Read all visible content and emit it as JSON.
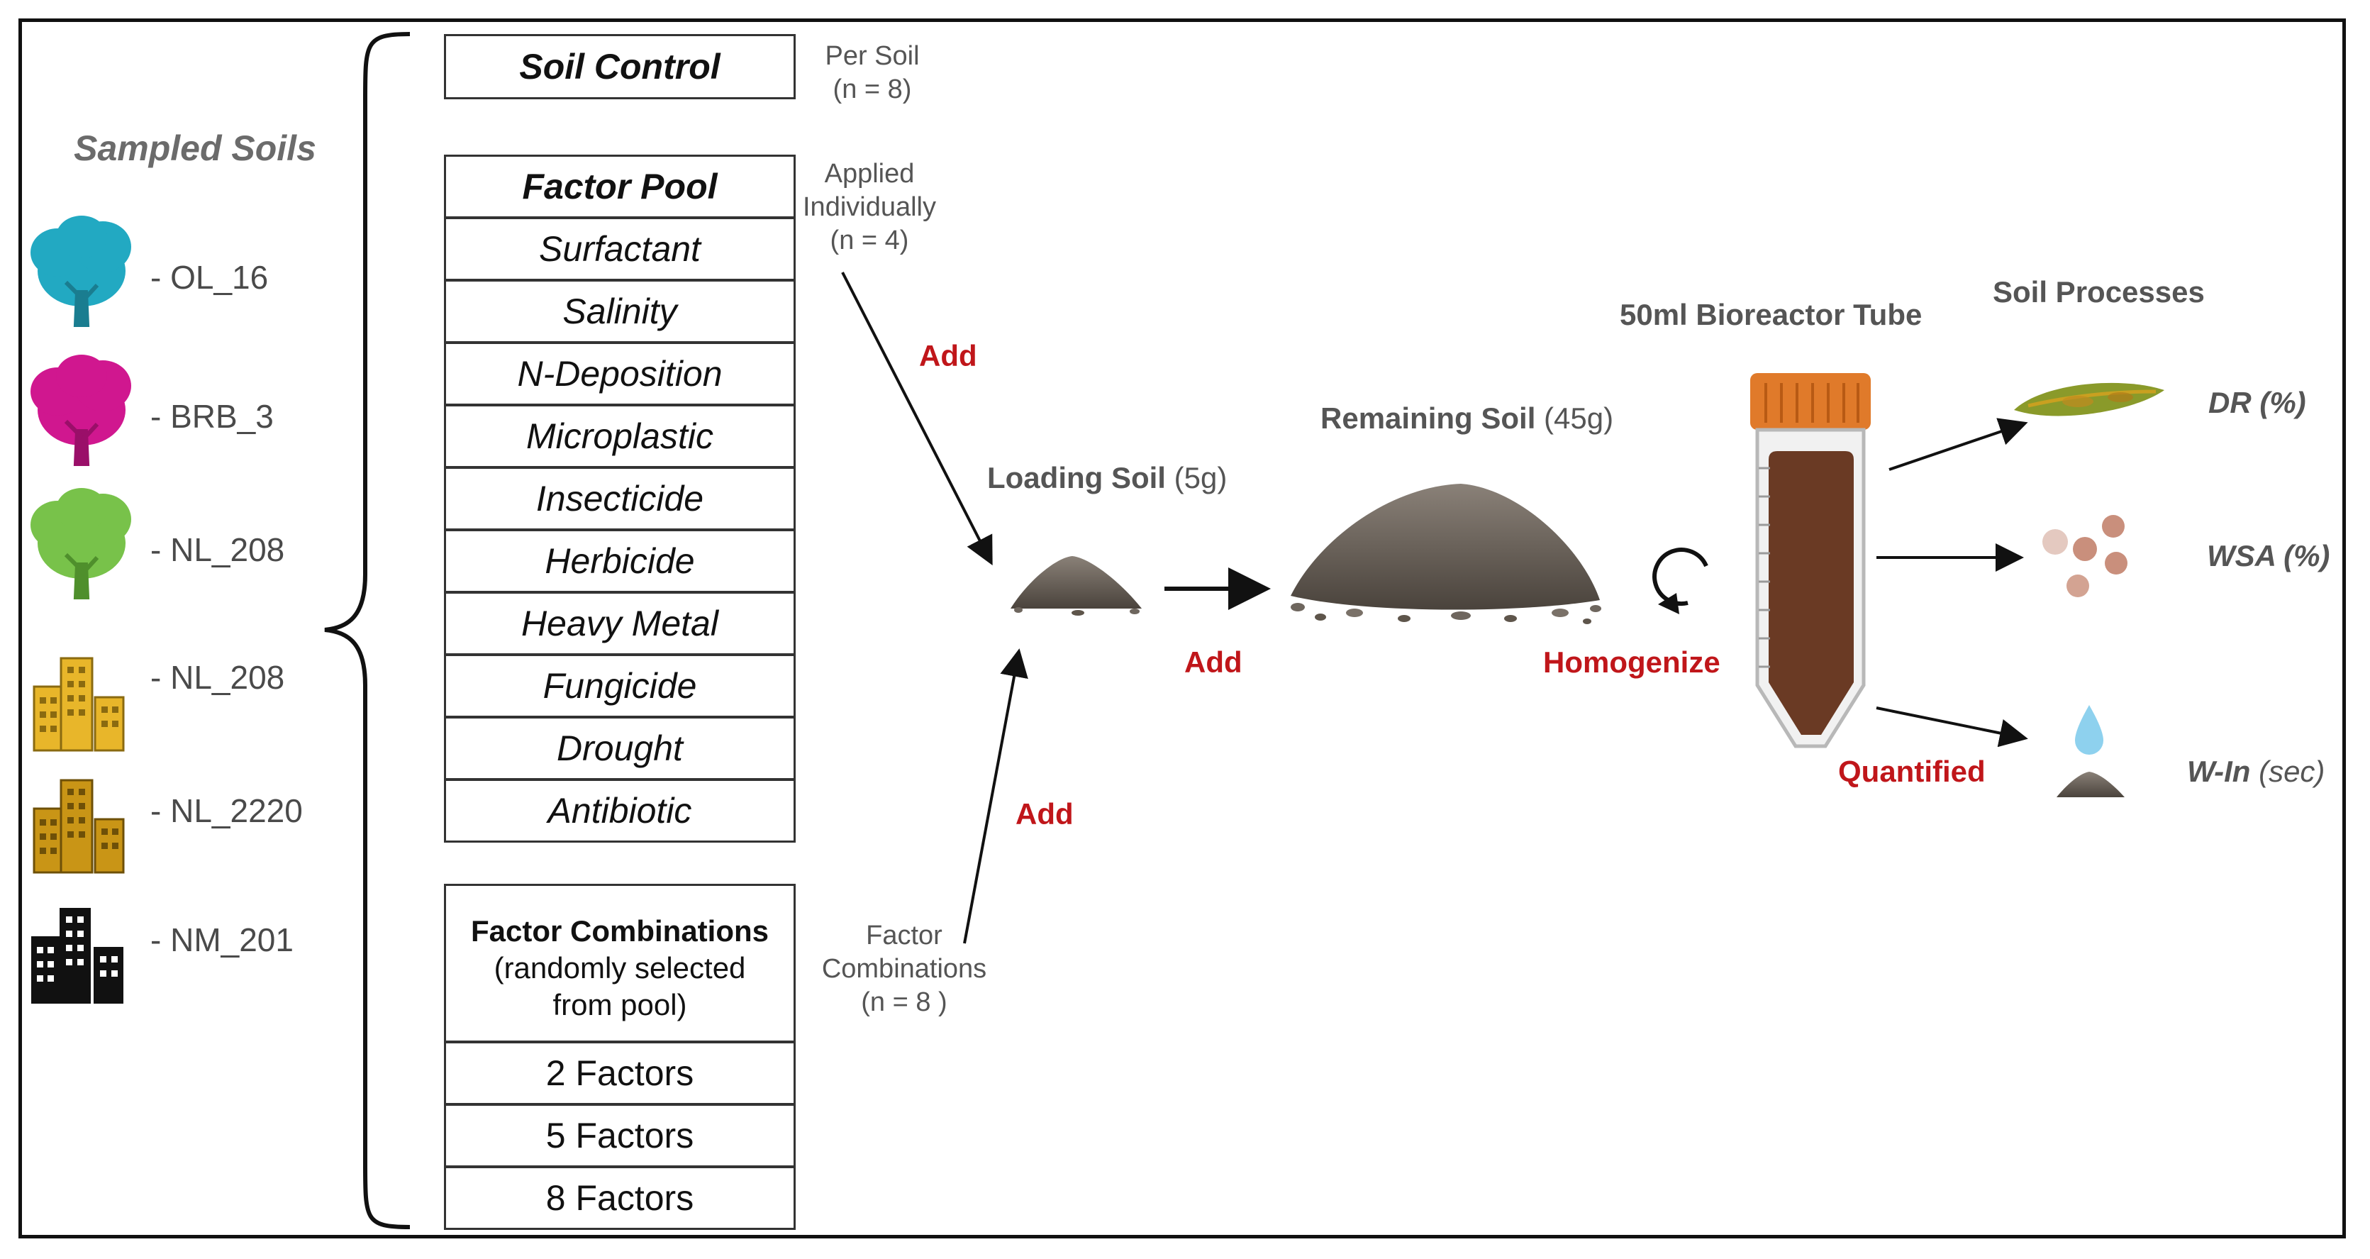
{
  "sampled_soils": {
    "title": "Sampled Soils",
    "items": [
      {
        "label": "- OL_16",
        "icon": "tree-icon",
        "color": "#22a9c2"
      },
      {
        "label": "- BRB_3",
        "icon": "tree-icon",
        "color": "#d0178f"
      },
      {
        "label": "- NL_208",
        "icon": "tree-icon",
        "color": "#78c24a"
      },
      {
        "label": "- NL_208",
        "icon": "buildings-icon",
        "color": "#e8b62a"
      },
      {
        "label": "- NL_2220",
        "icon": "buildings-icon",
        "color": "#c99516"
      },
      {
        "label": "- NM_201",
        "icon": "buildings-icon",
        "color": "#111111"
      }
    ]
  },
  "soil_control": {
    "label": "Soil Control",
    "note": [
      "Per Soil",
      "(n = 8)"
    ]
  },
  "factor_pool": {
    "header": "Factor Pool",
    "items": [
      "Surfactant",
      "Salinity",
      "N-Deposition",
      "Microplastic",
      "Insecticide",
      "Herbicide",
      "Heavy Metal",
      "Fungicide",
      "Drought",
      "Antibiotic"
    ],
    "note": [
      "Applied",
      "Individually",
      "(n = 4)"
    ]
  },
  "factor_combinations": {
    "header": "Factor Combinations",
    "sub": [
      "(randomly selected",
      "from pool)"
    ],
    "items": [
      "2 Factors",
      "5 Factors",
      "8 Factors"
    ],
    "note": [
      "Factor",
      "Combinations",
      "(n = 8 )"
    ]
  },
  "actions": {
    "add": "Add",
    "homogenize": "Homogenize",
    "quantified": "Quantified"
  },
  "stages": {
    "loading": {
      "label": "Loading Soil",
      "amount": "(5g)"
    },
    "remaining": {
      "label": "Remaining Soil",
      "amount": "(45g)"
    },
    "tube": {
      "label": "50ml Bioreactor Tube"
    }
  },
  "processes": {
    "title": "Soil Processes",
    "items": [
      {
        "label": "DR (%)",
        "unit": ""
      },
      {
        "label": "WSA (%)",
        "unit": ""
      },
      {
        "label": "W-In",
        "unit": "(sec)"
      }
    ]
  },
  "colors": {
    "accent_red": "#c0161a",
    "soil": "#5e554b",
    "tube_cap": "#e07a2a",
    "tube_fill": "#6a3a24"
  }
}
